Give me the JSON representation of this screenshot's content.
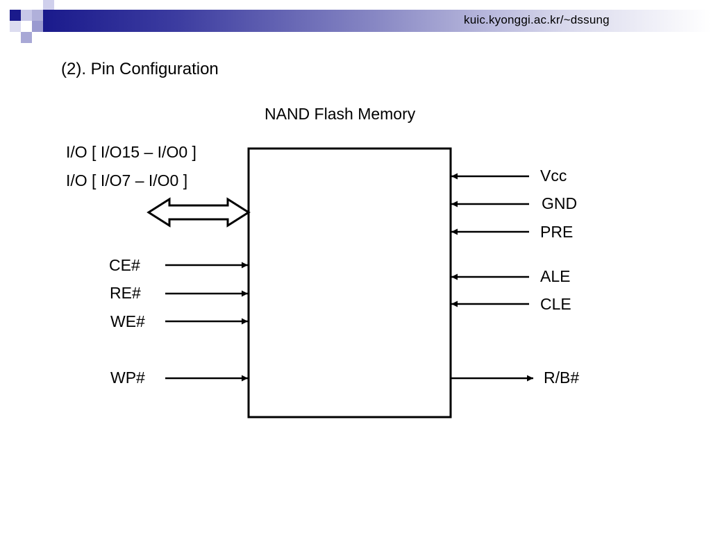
{
  "header": {
    "url": "kuic.kyonggi.ac.kr/~dssung",
    "colors": {
      "accent": "#1a1a8c",
      "accent_light": "#8888c4"
    }
  },
  "slide": {
    "title": "(2). Pin Configuration"
  },
  "diagram": {
    "title": "NAND Flash Memory",
    "io_labels": [
      "I/O [ I/O15 – I/O0 ]",
      "I/O [ I/O7 – I/O0 ]"
    ],
    "left_pins": [
      "CE#",
      "RE#",
      "WE#",
      "WP#"
    ],
    "right_input_pins": [
      "Vcc",
      "GND",
      "PRE",
      "ALE",
      "CLE"
    ],
    "right_output_pins": [
      "R/B#"
    ]
  }
}
